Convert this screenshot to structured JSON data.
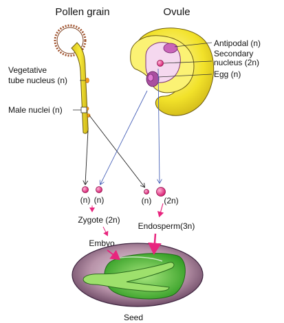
{
  "titles": {
    "pollen": "Pollen grain",
    "ovule": "Ovule"
  },
  "ovule_labels": {
    "antipodal": "Antipodal (n)",
    "secondary_1": "Secondary",
    "secondary_2": "nucleus (2n)",
    "egg": "Egg (n)"
  },
  "pollen_labels": {
    "vegetative_1": "Vegetative",
    "vegetative_2": "tube nucleus (n)",
    "male": "Male nuclei (n)"
  },
  "fusion_labels": {
    "n1": "(n)",
    "n2": "(n)",
    "n3": "(n)",
    "n4": "(2n)",
    "zygote": "Zygote (2n)",
    "endosperm": "Endosperm(3n)",
    "embryo": "Embyo",
    "seed": "Seed"
  },
  "colors": {
    "pollen_yellow": "#f2e22a",
    "ovule_yellow": "#f4ec3a",
    "nucleus_magenta": "#e8257e",
    "seed_purple": "#7a4f74",
    "embryo_green": "#3dae2b",
    "arrow_blue": "#4a63b8",
    "arrow_dark": "#222222"
  }
}
